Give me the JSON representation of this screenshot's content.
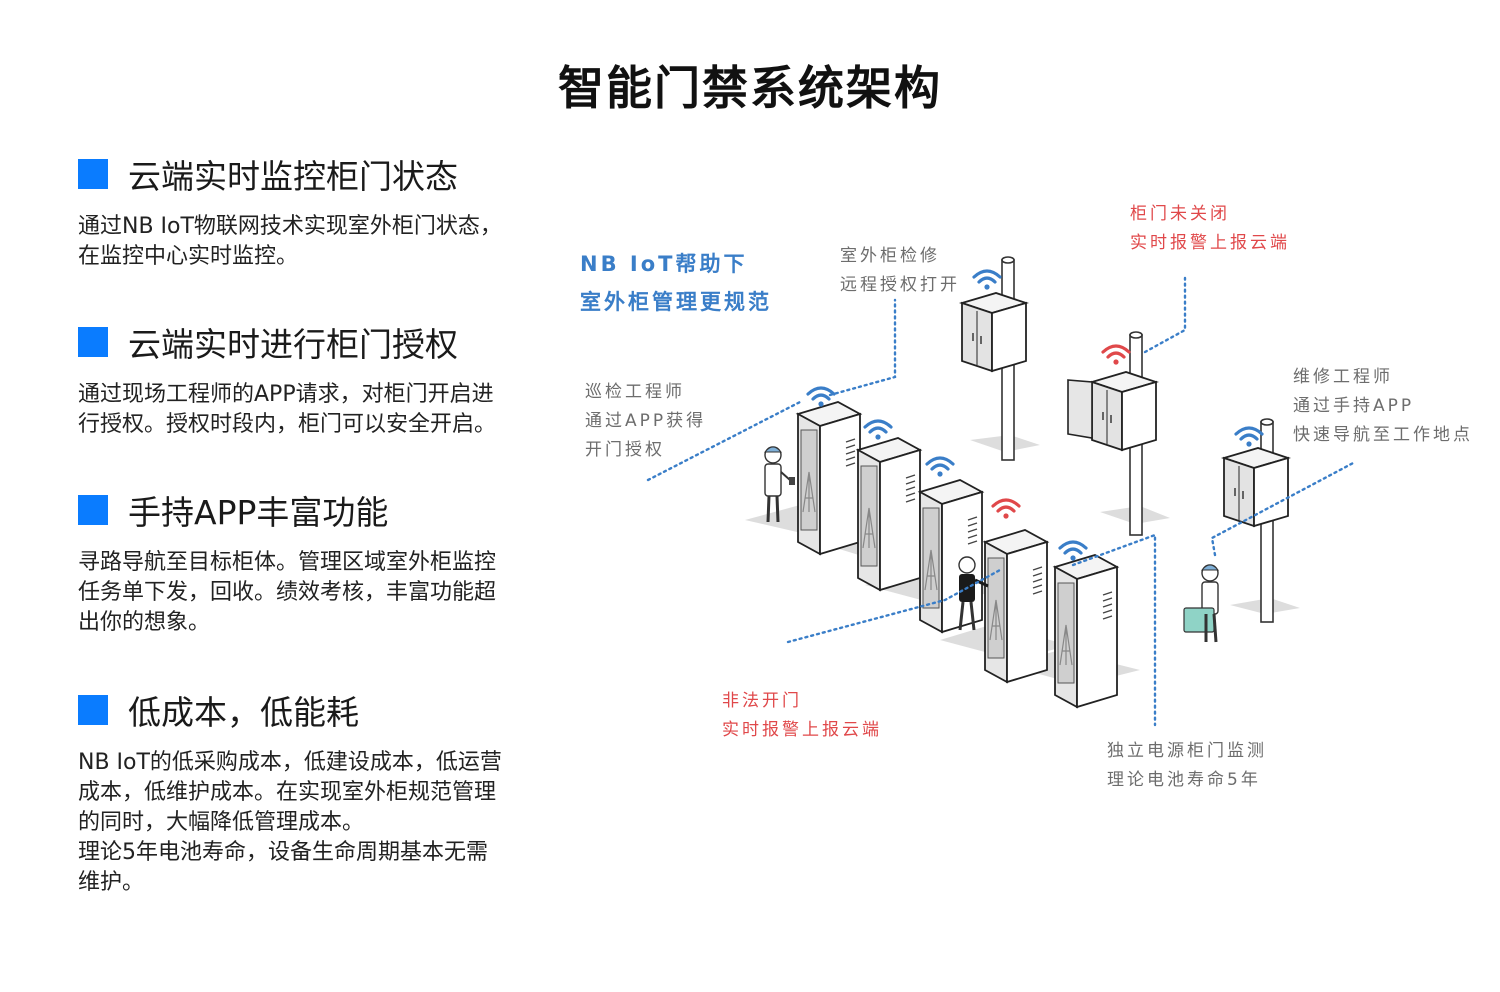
{
  "title": "智能门禁系统架构",
  "features": [
    {
      "title": "云端实时监控柜门状态",
      "lines": [
        "通过NB  IoT物联网技术实现室外柜门状态，",
        "在监控中心实时监控。"
      ]
    },
    {
      "title": "云端实时进行柜门授权",
      "lines": [
        "通过现场工程师的APP请求，对柜门开启进",
        "行授权。授权时段内，柜门可以安全开启。"
      ]
    },
    {
      "title": "手持APP丰富功能",
      "lines": [
        "寻路导航至目标柜体。管理区域室外柜监控",
        "任务单下发，回收。绩效考核，丰富功能超",
        "出你的想象。"
      ]
    },
    {
      "title": "低成本，低能耗",
      "lines": [
        "NB  IoT的低采购成本，低建设成本，低运营",
        "成本，低维护成本。在实现室外柜规范管理",
        "的同时，大幅降低管理成本。",
        "理论5年电池寿命，设备生命周期基本无需",
        "维护。"
      ]
    }
  ],
  "diagram": {
    "headline": [
      "NB IoT帮助下",
      "室外柜管理更规范"
    ],
    "notes": {
      "remote_auth": [
        "室外柜检修",
        "远程授权打开"
      ],
      "door_not_closed": [
        "柜门未关闭",
        "实时报警上报云端"
      ],
      "patrol_engineer": [
        "巡检工程师",
        "通过APP获得",
        "开门授权"
      ],
      "maintenance_engineer": [
        "维修工程师",
        "通过手持APP",
        "快速导航至工作地点"
      ],
      "illegal_open": [
        "非法开门",
        "实时报警上报云端"
      ],
      "independent_power": [
        "独立电源柜门监测",
        "理论电池寿命5年"
      ]
    },
    "colors": {
      "accent": "#0a7cff",
      "signal_ok": "#3a7ec8",
      "signal_alarm": "#e0484a",
      "note_text": "#6d6d6d",
      "dotted_line": "#3a7ec8"
    }
  }
}
